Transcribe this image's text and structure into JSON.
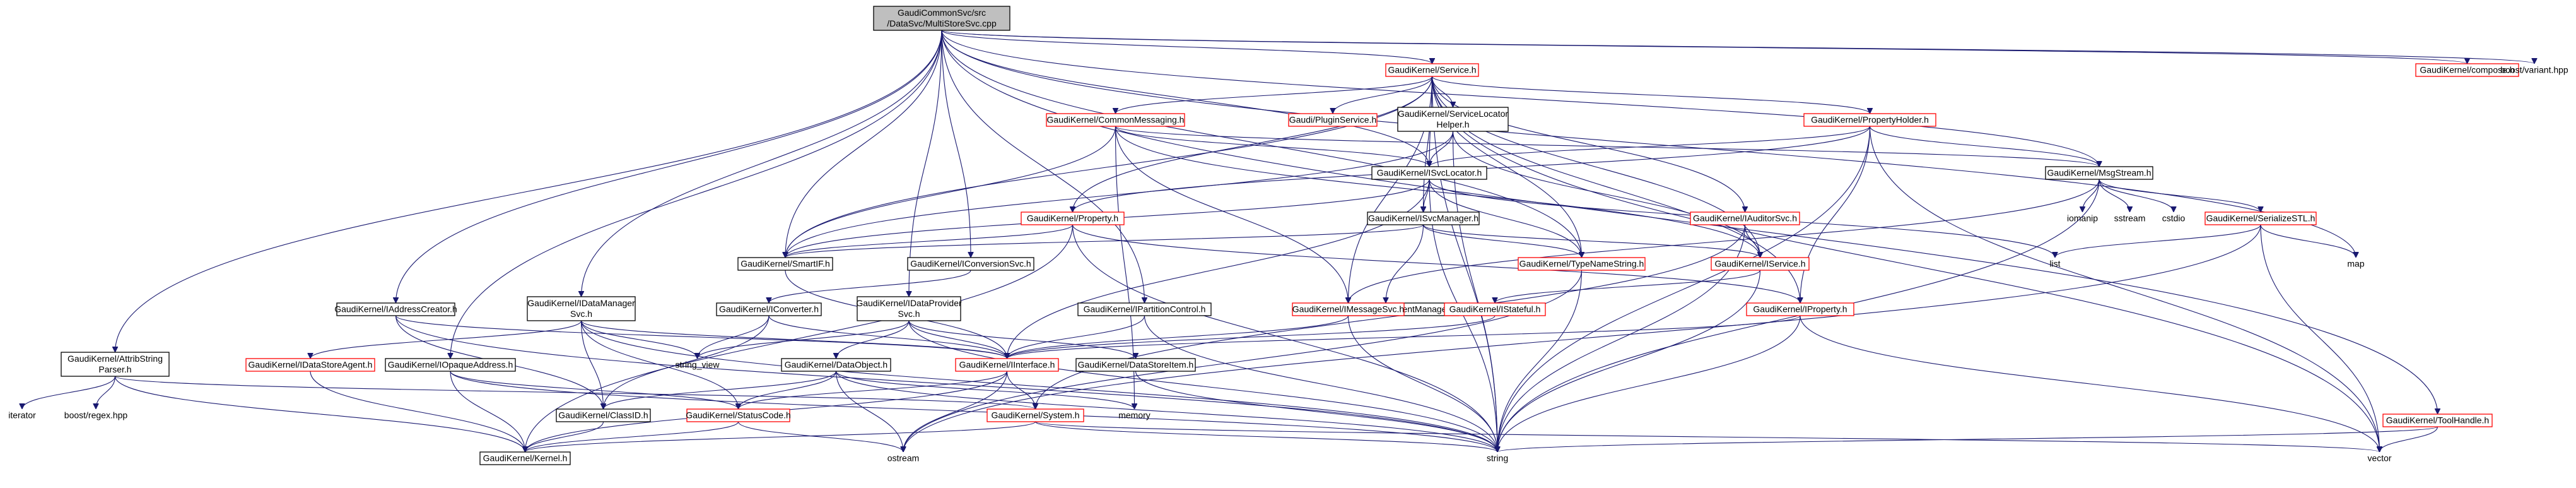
{
  "graph": {
    "nodes": [
      {
        "id": "root",
        "lines": [
          "GaudiCommonSvc/src",
          "/DataSvc/MultiStoreSvc.cpp"
        ],
        "style": "root"
      },
      {
        "id": "svc_h",
        "lines": [
          "GaudiKernel/Service.h"
        ],
        "style": "red"
      },
      {
        "id": "compose_h",
        "lines": [
          "GaudiKernel/compose.h"
        ],
        "style": "red"
      },
      {
        "id": "variant_hpp",
        "lines": [
          "boost/variant.hpp"
        ],
        "style": "plain"
      },
      {
        "id": "commonmsg_h",
        "lines": [
          "GaudiKernel/CommonMessaging.h"
        ],
        "style": "red"
      },
      {
        "id": "pluginsvc_h",
        "lines": [
          "Gaudi/PluginService.h"
        ],
        "style": "red"
      },
      {
        "id": "svclocatorhelper_h",
        "lines": [
          "GaudiKernel/ServiceLocator",
          "Helper.h"
        ],
        "style": "normal"
      },
      {
        "id": "propholder_h",
        "lines": [
          "GaudiKernel/PropertyHolder.h"
        ],
        "style": "red"
      },
      {
        "id": "isvclocator_h",
        "lines": [
          "GaudiKernel/ISvcLocator.h"
        ],
        "style": "normal"
      },
      {
        "id": "msgstream_h",
        "lines": [
          "GaudiKernel/MsgStream.h"
        ],
        "style": "normal"
      },
      {
        "id": "iomanip",
        "lines": [
          "iomanip"
        ],
        "style": "plain"
      },
      {
        "id": "sstream",
        "lines": [
          "sstream"
        ],
        "style": "plain"
      },
      {
        "id": "cstdio",
        "lines": [
          "cstdio"
        ],
        "style": "plain"
      },
      {
        "id": "serializestl_h",
        "lines": [
          "GaudiKernel/SerializeSTL.h"
        ],
        "style": "red"
      },
      {
        "id": "property_h",
        "lines": [
          "GaudiKernel/Property.h"
        ],
        "style": "red"
      },
      {
        "id": "isvcmanager_h",
        "lines": [
          "GaudiKernel/ISvcManager.h"
        ],
        "style": "normal"
      },
      {
        "id": "iauditorsvc_h",
        "lines": [
          "GaudiKernel/IAuditorSvc.h"
        ],
        "style": "red"
      },
      {
        "id": "ismartif_h",
        "lines": [
          "GaudiKernel/SmartIF.h"
        ],
        "style": "normal"
      },
      {
        "id": "iconversionsvc_h",
        "lines": [
          "GaudiKernel/IConversionSvc.h"
        ],
        "style": "normal"
      },
      {
        "id": "typenamestring_h",
        "lines": [
          "GaudiKernel/TypeNameString.h"
        ],
        "style": "red"
      },
      {
        "id": "iservice_h",
        "lines": [
          "GaudiKernel/IService.h"
        ],
        "style": "red"
      },
      {
        "id": "list",
        "lines": [
          "list"
        ],
        "style": "plain"
      },
      {
        "id": "map",
        "lines": [
          "map"
        ],
        "style": "plain"
      },
      {
        "id": "icomponentmanager_h",
        "lines": [
          "GaudiKernel/IComponentManager.h"
        ],
        "style": "normal"
      },
      {
        "id": "iaddresscreator_h",
        "lines": [
          "GaudiKernel/IAddressCreator.h"
        ],
        "style": "normal"
      },
      {
        "id": "idatamanagersvc_h",
        "lines": [
          "GaudiKernel/IDataManager",
          "Svc.h"
        ],
        "style": "normal"
      },
      {
        "id": "iconverter_h",
        "lines": [
          "GaudiKernel/IConverter.h"
        ],
        "style": "normal"
      },
      {
        "id": "idataprovidersvc_h",
        "lines": [
          "GaudiKernel/IDataProvider",
          "Svc.h"
        ],
        "style": "normal"
      },
      {
        "id": "ipartitioncontrol_h",
        "lines": [
          "GaudiKernel/IPartitionControl.h"
        ],
        "style": "normal"
      },
      {
        "id": "imessagesvc_h",
        "lines": [
          "GaudiKernel/IMessageSvc.h"
        ],
        "style": "red"
      },
      {
        "id": "istateful_h",
        "lines": [
          "GaudiKernel/IStateful.h"
        ],
        "style": "red"
      },
      {
        "id": "iproperty_h",
        "lines": [
          "GaudiKernel/IProperty.h"
        ],
        "style": "red"
      },
      {
        "id": "attribstringparser_h",
        "lines": [
          "GaudiKernel/AttribString",
          "Parser.h"
        ],
        "style": "normal"
      },
      {
        "id": "idatastoreagent_h",
        "lines": [
          "GaudiKernel/IDataStoreAgent.h"
        ],
        "style": "red"
      },
      {
        "id": "iopaqueaddress_h",
        "lines": [
          "GaudiKernel/IOpaqueAddress.h"
        ],
        "style": "normal"
      },
      {
        "id": "string_view",
        "lines": [
          "string_view"
        ],
        "style": "plain"
      },
      {
        "id": "dataobject_h",
        "lines": [
          "GaudiKernel/DataObject.h"
        ],
        "style": "normal"
      },
      {
        "id": "iinterface_h",
        "lines": [
          "GaudiKernel/IInterface.h"
        ],
        "style": "red"
      },
      {
        "id": "datastoreitem_h",
        "lines": [
          "GaudiKernel/DataStoreItem.h"
        ],
        "style": "normal"
      },
      {
        "id": "tooloahandle_h",
        "lines": [
          "GaudiKernel/ToolHandle.h"
        ],
        "style": "red"
      },
      {
        "id": "iterator",
        "lines": [
          "iterator"
        ],
        "style": "plain"
      },
      {
        "id": "regex_hpp",
        "lines": [
          "boost/regex.hpp"
        ],
        "style": "plain"
      },
      {
        "id": "classid_h",
        "lines": [
          "GaudiKernel/ClassID.h"
        ],
        "style": "normal"
      },
      {
        "id": "statuscode_h",
        "lines": [
          "GaudiKernel/StatusCode.h"
        ],
        "style": "red"
      },
      {
        "id": "memory",
        "lines": [
          "memory"
        ],
        "style": "plain"
      },
      {
        "id": "system_h",
        "lines": [
          "GaudiKernel/System.h"
        ],
        "style": "red"
      },
      {
        "id": "ostream",
        "lines": [
          "ostream"
        ],
        "style": "plain"
      },
      {
        "id": "string",
        "lines": [
          "string"
        ],
        "style": "plain"
      },
      {
        "id": "vector",
        "lines": [
          "vector"
        ],
        "style": "plain"
      },
      {
        "id": "kernel_h",
        "lines": [
          "GaudiKernel/Kernel.h"
        ],
        "style": "normal"
      }
    ],
    "edges": [
      [
        "root",
        "svc_h"
      ],
      [
        "root",
        "compose_h"
      ],
      [
        "root",
        "variant_hpp"
      ],
      [
        "root",
        "isvclocator_h"
      ],
      [
        "root",
        "msgstream_h"
      ],
      [
        "root",
        "ismartif_h"
      ],
      [
        "root",
        "iconversionsvc_h"
      ],
      [
        "root",
        "iaddresscreator_h"
      ],
      [
        "root",
        "idatamanagersvc_h"
      ],
      [
        "root",
        "idataprovidersvc_h"
      ],
      [
        "root",
        "ipartitioncontrol_h"
      ],
      [
        "root",
        "attribstringparser_h"
      ],
      [
        "root",
        "iopaqueaddress_h"
      ],
      [
        "root",
        "typenamestring_h"
      ],
      [
        "root",
        "map"
      ],
      [
        "root",
        "tooloahandle_h"
      ],
      [
        "svc_h",
        "commonmsg_h"
      ],
      [
        "svc_h",
        "pluginsvc_h"
      ],
      [
        "svc_h",
        "svclocatorhelper_h"
      ],
      [
        "svc_h",
        "propholder_h"
      ],
      [
        "svc_h",
        "isvclocator_h"
      ],
      [
        "svc_h",
        "property_h"
      ],
      [
        "svc_h",
        "isvcmanager_h"
      ],
      [
        "svc_h",
        "iauditorsvc_h"
      ],
      [
        "svc_h",
        "ismartif_h"
      ],
      [
        "svc_h",
        "iservice_h"
      ],
      [
        "svc_h",
        "imessagesvc_h"
      ],
      [
        "svc_h",
        "iproperty_h"
      ],
      [
        "svc_h",
        "string"
      ],
      [
        "svc_h",
        "vector"
      ],
      [
        "svc_h",
        "typenamestring_h"
      ],
      [
        "commonmsg_h",
        "msgstream_h"
      ],
      [
        "commonmsg_h",
        "isvclocator_h"
      ],
      [
        "commonmsg_h",
        "ismartif_h"
      ],
      [
        "commonmsg_h",
        "imessagesvc_h"
      ],
      [
        "commonmsg_h",
        "iservice_h"
      ],
      [
        "commonmsg_h",
        "memory"
      ],
      [
        "svclocatorhelper_h",
        "isvclocator_h"
      ],
      [
        "svclocatorhelper_h",
        "ismartif_h"
      ],
      [
        "svclocatorhelper_h",
        "iservice_h"
      ],
      [
        "svclocatorhelper_h",
        "string"
      ],
      [
        "propholder_h",
        "msgstream_h"
      ],
      [
        "propholder_h",
        "isvclocator_h"
      ],
      [
        "propholder_h",
        "iproperty_h"
      ],
      [
        "propholder_h",
        "property_h"
      ],
      [
        "propholder_h",
        "string"
      ],
      [
        "propholder_h",
        "vector"
      ],
      [
        "isvclocator_h",
        "isvcmanager_h"
      ],
      [
        "isvclocator_h",
        "ismartif_h"
      ],
      [
        "isvclocator_h",
        "list"
      ],
      [
        "isvclocator_h",
        "iinterface_h"
      ],
      [
        "isvclocator_h",
        "typenamestring_h"
      ],
      [
        "isvclocator_h",
        "string"
      ],
      [
        "msgstream_h",
        "iomanip"
      ],
      [
        "msgstream_h",
        "sstream"
      ],
      [
        "msgstream_h",
        "cstdio"
      ],
      [
        "msgstream_h",
        "serializestl_h"
      ],
      [
        "msgstream_h",
        "string"
      ],
      [
        "msgstream_h",
        "imessagesvc_h"
      ],
      [
        "serializestl_h",
        "list"
      ],
      [
        "serializestl_h",
        "map"
      ],
      [
        "serializestl_h",
        "vector"
      ],
      [
        "serializestl_h",
        "ostream"
      ],
      [
        "property_h",
        "ismartif_h"
      ],
      [
        "property_h",
        "iproperty_h"
      ],
      [
        "property_h",
        "string"
      ],
      [
        "property_h",
        "kernel_h"
      ],
      [
        "isvcmanager_h",
        "icomponentmanager_h"
      ],
      [
        "isvcmanager_h",
        "ismartif_h"
      ],
      [
        "isvcmanager_h",
        "iservice_h"
      ],
      [
        "isvcmanager_h",
        "typenamestring_h"
      ],
      [
        "iauditorsvc_h",
        "iservice_h"
      ],
      [
        "iauditorsvc_h",
        "string"
      ],
      [
        "iauditorsvc_h",
        "system_h"
      ],
      [
        "ismartif_h",
        "iinterface_h"
      ],
      [
        "iconversionsvc_h",
        "iconverter_h"
      ],
      [
        "typenamestring_h",
        "string"
      ],
      [
        "typenamestring_h",
        "ostream"
      ],
      [
        "iservice_h",
        "istateful_h"
      ],
      [
        "iservice_h",
        "string"
      ],
      [
        "icomponentmanager_h",
        "istateful_h"
      ],
      [
        "iaddresscreator_h",
        "iinterface_h"
      ],
      [
        "iaddresscreator_h",
        "classid_h"
      ],
      [
        "iaddresscreator_h",
        "string"
      ],
      [
        "idatamanagersvc_h",
        "iinterface_h"
      ],
      [
        "idatamanagersvc_h",
        "classid_h"
      ],
      [
        "idatamanagersvc_h",
        "idatastoreagent_h"
      ],
      [
        "idatamanagersvc_h",
        "string_view"
      ],
      [
        "idatamanagersvc_h",
        "statuscode_h"
      ],
      [
        "idatamanagersvc_h",
        "string"
      ],
      [
        "iconverter_h",
        "iinterface_h"
      ],
      [
        "iconverter_h",
        "classid_h"
      ],
      [
        "iconverter_h",
        "string_view"
      ],
      [
        "idataprovidersvc_h",
        "iinterface_h"
      ],
      [
        "idataprovidersvc_h",
        "dataobject_h"
      ],
      [
        "idataprovidersvc_h",
        "datastoreitem_h"
      ],
      [
        "idataprovidersvc_h",
        "string_view"
      ],
      [
        "idataprovidersvc_h",
        "string"
      ],
      [
        "ipartitioncontrol_h",
        "iinterface_h"
      ],
      [
        "ipartitioncontrol_h",
        "string"
      ],
      [
        "imessagesvc_h",
        "iinterface_h"
      ],
      [
        "imessagesvc_h",
        "string"
      ],
      [
        "istateful_h",
        "iinterface_h"
      ],
      [
        "iproperty_h",
        "iinterface_h"
      ],
      [
        "iproperty_h",
        "string"
      ],
      [
        "iproperty_h",
        "vector"
      ],
      [
        "attribstringparser_h",
        "iterator"
      ],
      [
        "attribstringparser_h",
        "regex_hpp"
      ],
      [
        "attribstringparser_h",
        "kernel_h"
      ],
      [
        "attribstringparser_h",
        "system_h"
      ],
      [
        "idatastoreagent_h",
        "kernel_h"
      ],
      [
        "iopaqueaddress_h",
        "kernel_h"
      ],
      [
        "iopaqueaddress_h",
        "statuscode_h"
      ],
      [
        "iopaqueaddress_h",
        "string"
      ],
      [
        "dataobject_h",
        "classid_h"
      ],
      [
        "dataobject_h",
        "statuscode_h"
      ],
      [
        "dataobject_h",
        "memory"
      ],
      [
        "dataobject_h",
        "ostream"
      ],
      [
        "dataobject_h",
        "string"
      ],
      [
        "iinterface_h",
        "system_h"
      ],
      [
        "iinterface_h",
        "statuscode_h"
      ],
      [
        "iinterface_h",
        "kernel_h"
      ],
      [
        "iinterface_h",
        "ostream"
      ],
      [
        "datastoreitem_h",
        "string"
      ],
      [
        "tooloahandle_h",
        "string"
      ],
      [
        "tooloahandle_h",
        "vector"
      ],
      [
        "classid_h",
        "kernel_h"
      ],
      [
        "statuscode_h",
        "kernel_h"
      ],
      [
        "statuscode_h",
        "ostream"
      ],
      [
        "system_h",
        "kernel_h"
      ],
      [
        "system_h",
        "string"
      ],
      [
        "system_h",
        "vector"
      ]
    ]
  }
}
